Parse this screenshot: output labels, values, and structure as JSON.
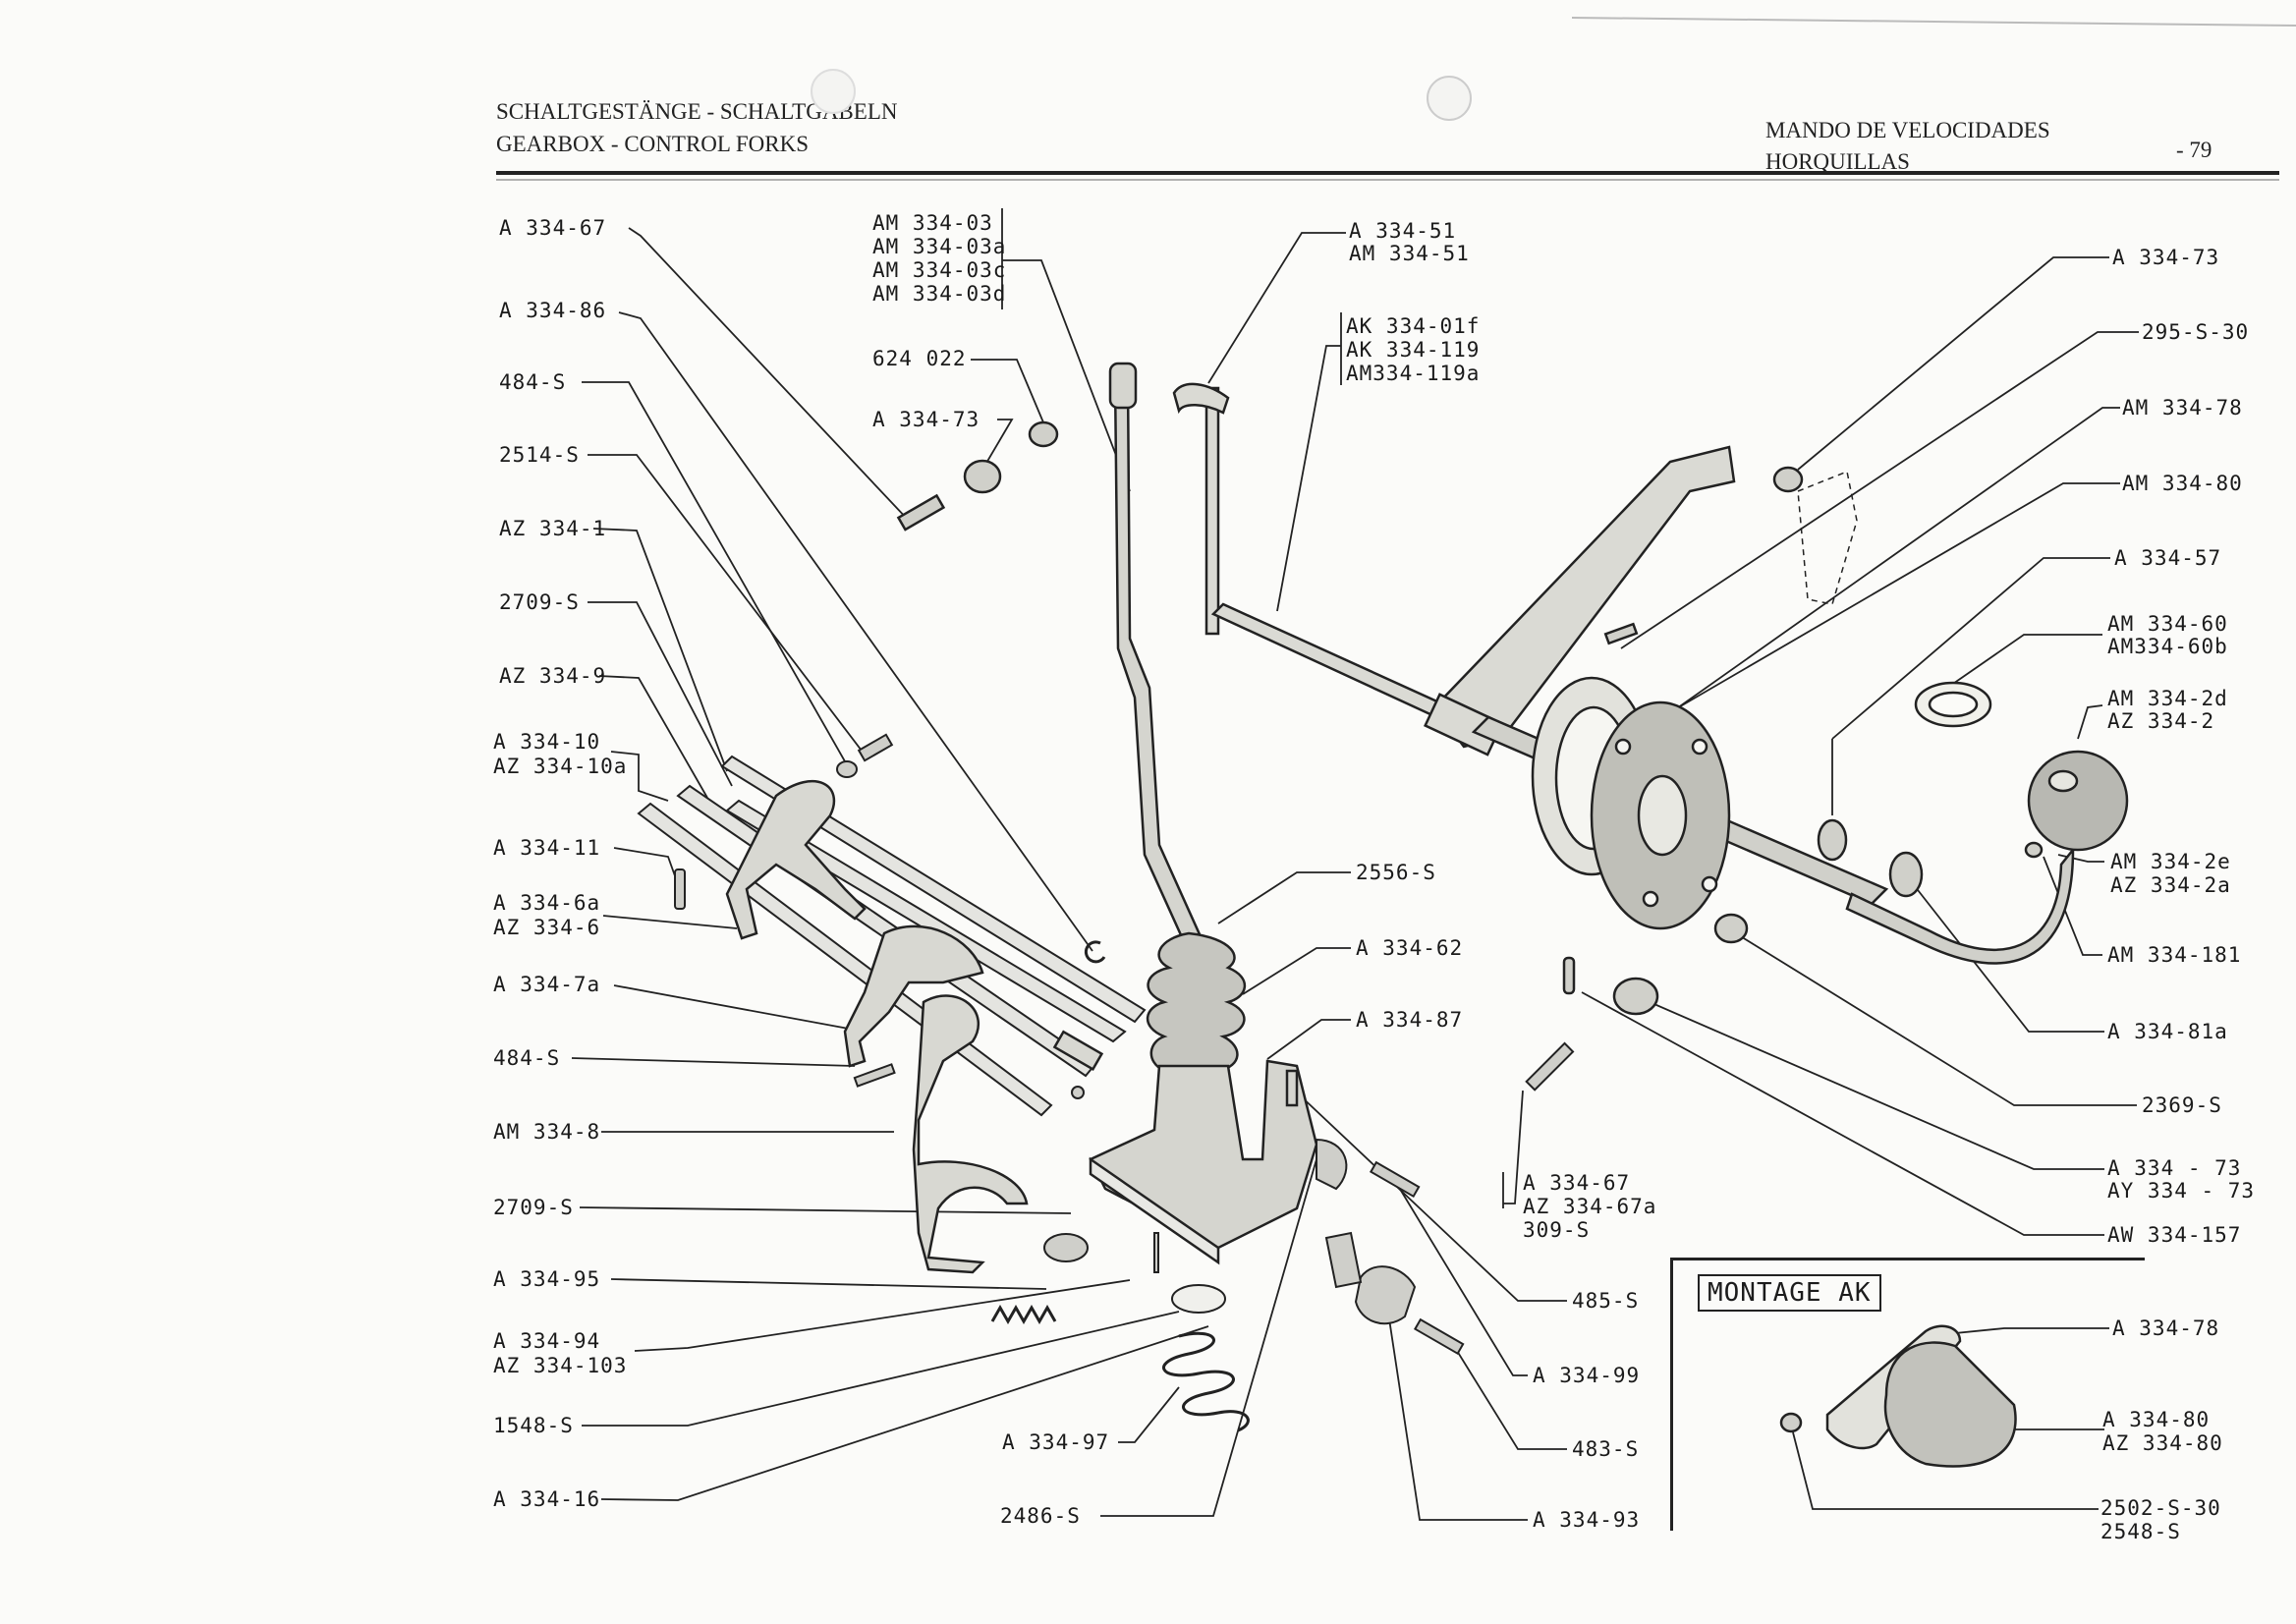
{
  "header": {
    "left": [
      "SCHALTGESTÄNGE - SCHALTGABELN",
      "GEARBOX - CONTROL FORKS"
    ],
    "right": [
      "MANDO DE VELOCIDADES",
      "HORQUILLAS"
    ],
    "page_number": "- 79"
  },
  "montage_title": "MONTAGE AK",
  "labels": {
    "l01": [
      "A  334-67"
    ],
    "l02": [
      "A  334-86"
    ],
    "l03": [
      "484-S"
    ],
    "l04": [
      "2514-S"
    ],
    "l05": [
      "AZ 334-1"
    ],
    "l06": [
      "2709-S"
    ],
    "l07": [
      "AZ 334-9"
    ],
    "l08": [
      "A  334-10",
      "AZ 334-10a"
    ],
    "l09": [
      "A  334-11"
    ],
    "l10": [
      "A  334-6a",
      "AZ 334-6"
    ],
    "l11": [
      "A  334-7a"
    ],
    "l12": [
      "484-S"
    ],
    "l13": [
      "AM 334-8"
    ],
    "l14": [
      "2709-S"
    ],
    "l15": [
      "A  334-95"
    ],
    "l16": [
      "A  334-94",
      "AZ 334-103"
    ],
    "l17": [
      "1548-S"
    ],
    "l18": [
      "A  334-16"
    ],
    "t01": [
      "AM 334-03",
      "AM 334-03a",
      "AM 334-03c",
      "AM 334-03d"
    ],
    "t02": [
      "624 022"
    ],
    "t03": [
      "A  334-73"
    ],
    "t04": [
      "A  334-51",
      "AM 334-51"
    ],
    "t05": [
      "AK 334-01f",
      "AK 334-119",
      "AM334-119a"
    ],
    "m01": [
      "2556-S"
    ],
    "m02": [
      "A  334-62"
    ],
    "m03": [
      "A  334-87"
    ],
    "m04": [
      "A  334-67",
      "AZ 334-67a",
      "309-S"
    ],
    "m05": [
      "485-S"
    ],
    "m06": [
      "A  334-99"
    ],
    "m07": [
      "483-S"
    ],
    "m08": [
      "A  334-93"
    ],
    "m09": [
      "A  334-97"
    ],
    "m10": [
      "2486-S"
    ],
    "r01": [
      "A  334-73"
    ],
    "r02": [
      "295-S-30"
    ],
    "r03": [
      "AM 334-78"
    ],
    "r04": [
      "AM 334-80"
    ],
    "r05": [
      "A  334-57"
    ],
    "r06": [
      "AM 334-60",
      "AM334-60b"
    ],
    "r07": [
      "AM 334-2d",
      "AZ 334-2"
    ],
    "r08": [
      "AM 334-2e",
      "AZ 334-2a"
    ],
    "r09": [
      "AM 334-181"
    ],
    "r10": [
      "A  334-81a"
    ],
    "r11": [
      "2369-S"
    ],
    "r12": [
      "A  334 - 73",
      "AY 334 - 73"
    ],
    "r13": [
      "AW 334-157"
    ],
    "r14": [
      "A  334-78"
    ],
    "r15": [
      "A  334-80",
      "AZ 334-80"
    ],
    "r16": [
      "2502-S-30",
      "2548-S"
    ]
  }
}
